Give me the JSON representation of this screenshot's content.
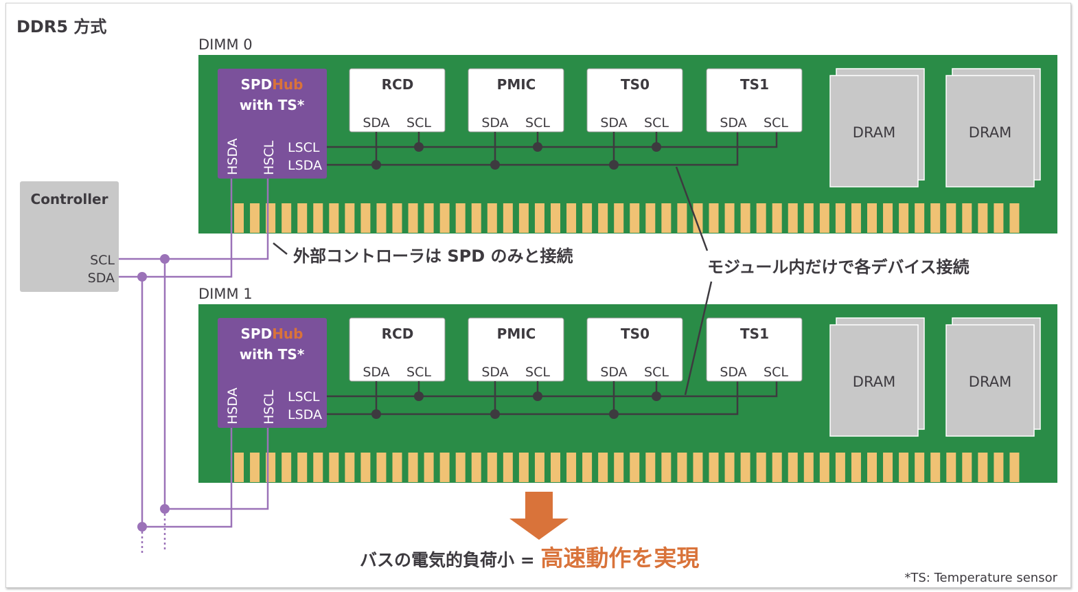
{
  "title": "DDR5 方式",
  "controller": {
    "label": "Controller",
    "scl": "SCL",
    "sda": "SDA"
  },
  "dimms": [
    {
      "label": "DIMM 0"
    },
    {
      "label": "DIMM 1"
    }
  ],
  "spd_hub": {
    "line1_a": "SPD",
    "line1_b": "Hub",
    "line2": "with TS*",
    "hsda": "HSDA",
    "hscl": "HSCL",
    "lscl": "LSCL",
    "lsda": "LSDA"
  },
  "chips": [
    {
      "name": "RCD",
      "sda": "SDA",
      "scl": "SCL"
    },
    {
      "name": "PMIC",
      "sda": "SDA",
      "scl": "SCL"
    },
    {
      "name": "TS0",
      "sda": "SDA",
      "scl": "SCL"
    },
    {
      "name": "TS1",
      "sda": "SDA",
      "scl": "SCL"
    }
  ],
  "dram_label": "DRAM",
  "annotations": {
    "external": "外部コントローラは SPD のみと接続",
    "internal": "モジュール内だけで各デバイス接続"
  },
  "conclusion": {
    "prefix": "バスの電気的負荷小 = ",
    "highlight": "高速動作を実現"
  },
  "footnote": "*TS: Temperature sensor",
  "colors": {
    "pcb": "#2a8c47",
    "spd": "#7b519b",
    "orange": "#d9733a",
    "pin": "#f0c274",
    "wire": "#3d3a3f",
    "bus": "#9b72b8",
    "chip_gray": "#c8c8c8"
  }
}
